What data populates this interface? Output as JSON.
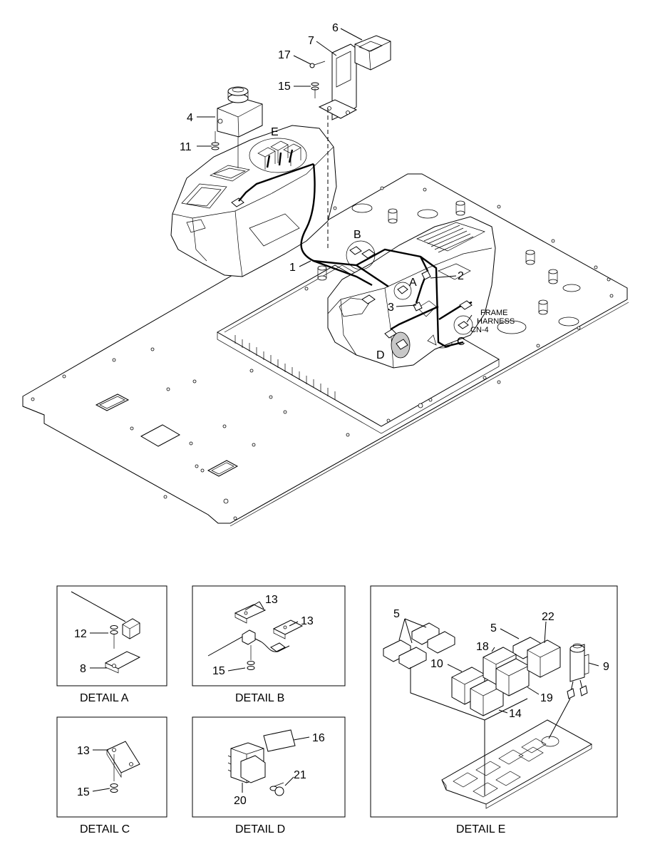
{
  "main": {
    "callouts": [
      "1",
      "2",
      "3",
      "4",
      "6",
      "7",
      "11",
      "15",
      "17"
    ],
    "letters": [
      "A",
      "B",
      "C",
      "D",
      "E"
    ],
    "frame_harness": {
      "line1": "FRAME",
      "line2": "HARNESS",
      "line3": "CN-4"
    }
  },
  "details": {
    "a": {
      "title": "DETAIL A",
      "labels": [
        "12",
        "8"
      ]
    },
    "b": {
      "title": "DETAIL B",
      "labels": [
        "13",
        "13",
        "15"
      ]
    },
    "c": {
      "title": "DETAIL C",
      "labels": [
        "13",
        "15"
      ]
    },
    "d": {
      "title": "DETAIL D",
      "labels": [
        "16",
        "21",
        "20"
      ]
    },
    "e": {
      "title": "DETAIL E",
      "labels": [
        "5",
        "5",
        "22",
        "18",
        "10",
        "9",
        "19",
        "14"
      ]
    }
  }
}
